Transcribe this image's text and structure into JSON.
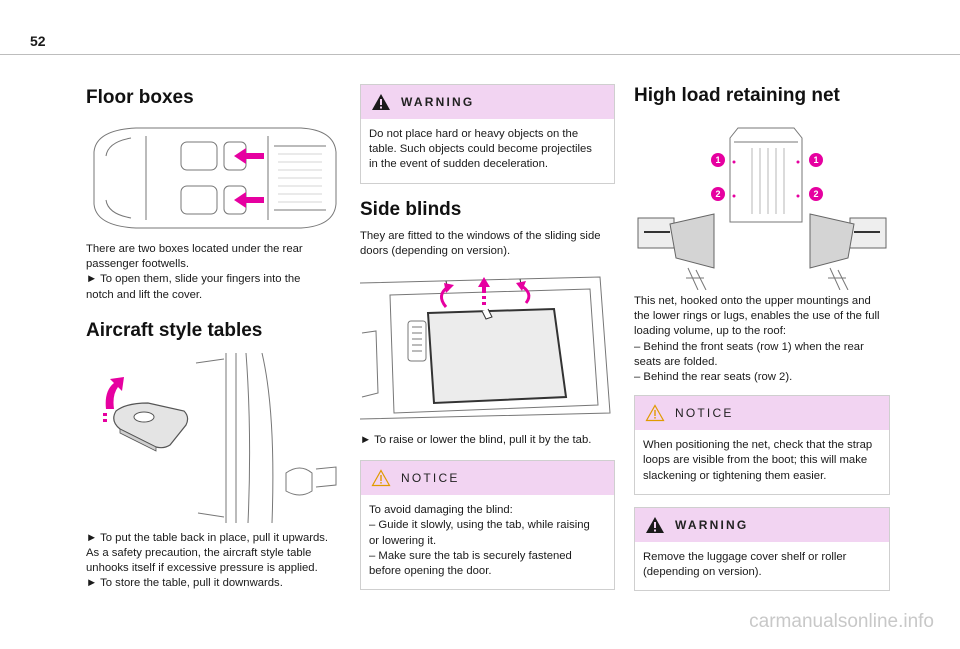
{
  "page": {
    "number": "52",
    "watermark": "carmanualsonline.info"
  },
  "col1": {
    "floor": {
      "title": "Floor boxes",
      "lines": [
        "There are two boxes located under the rear",
        "passenger footwells.",
        "► To open them, slide your fingers into the",
        "notch and lift the cover."
      ]
    },
    "aircraft": {
      "title": "Aircraft style tables",
      "lines": [
        "► To put the table back in place, pull it upwards.",
        "As a safety precaution, the aircraft style table",
        "unhooks itself if excessive pressure is applied.",
        "► To store the table, pull it downwards."
      ]
    }
  },
  "col2": {
    "warning1": {
      "heading": "WARNING",
      "lines": [
        "Do not place hard or heavy objects on the",
        "table. Such objects could become projectiles",
        "in the event of sudden deceleration."
      ]
    },
    "blinds": {
      "title": "Side blinds",
      "lines": [
        "They are fitted to the windows of the sliding side",
        "doors (depending on version)."
      ],
      "step": "► To raise or lower the blind, pull it by the tab."
    },
    "notice1": {
      "heading": "NOTICE",
      "lines": [
        "To avoid damaging the blind:",
        "– Guide it slowly, using the tab, while raising",
        "or lowering it.",
        "– Make sure the tab is securely fastened",
        "before opening the door."
      ]
    }
  },
  "col3": {
    "net": {
      "title": "High load retaining net",
      "markers": [
        "1",
        "2"
      ],
      "lines": [
        "This net, hooked onto the upper mountings and",
        "the lower rings or lugs, enables the use of the full",
        "loading volume, up to the roof:",
        "– Behind the front seats (row 1) when the rear",
        "seats are folded.",
        "– Behind the rear seats (row 2)."
      ]
    },
    "notice2": {
      "heading": "NOTICE",
      "lines": [
        "When positioning the net, check that the strap",
        "loops are visible from the boot; this will make",
        "slackening or tightening them easier."
      ]
    },
    "warning2": {
      "heading": "WARNING",
      "lines": [
        "Remove the luggage cover shelf or roller",
        "(depending on version)."
      ]
    }
  },
  "colors": {
    "accent": "#e600a0",
    "box_header": "#f2d4f2",
    "warning_icon": "#1a1a1a",
    "notice_icon": "#e09a00"
  },
  "icons": {
    "warning": "warning-triangle-icon",
    "notice": "notice-triangle-icon"
  }
}
